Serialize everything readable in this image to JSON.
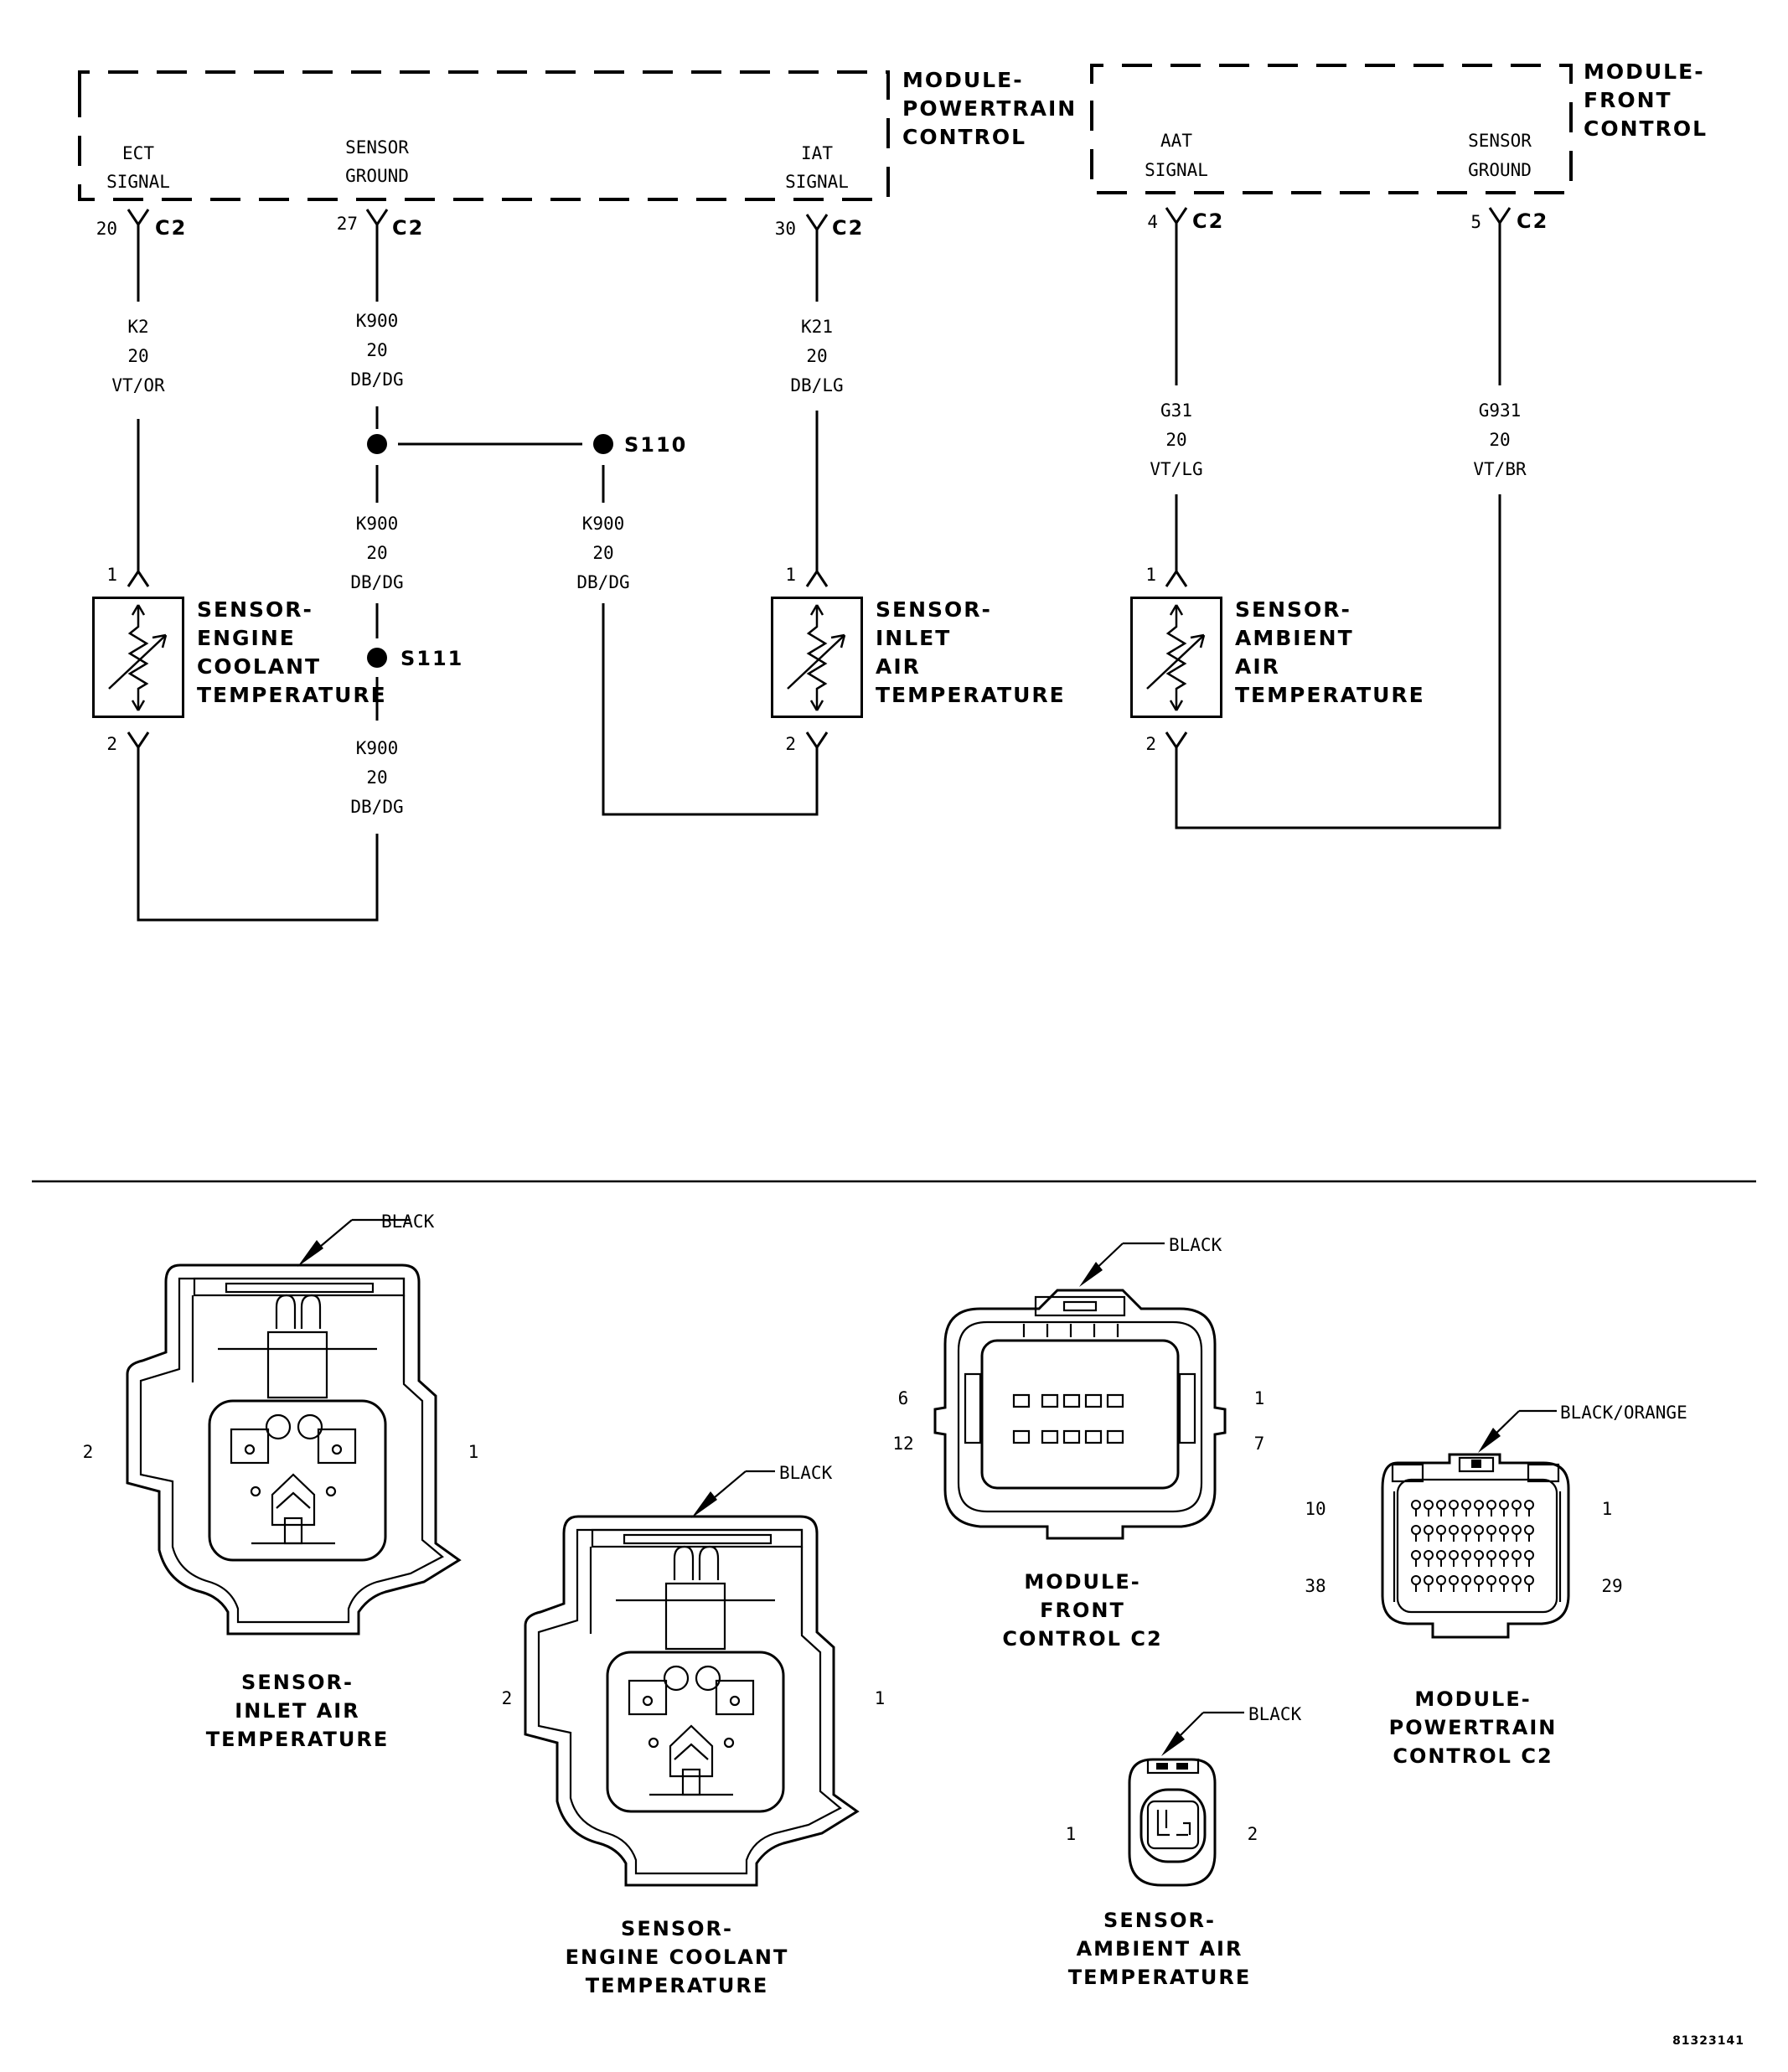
{
  "modules": {
    "pcm": {
      "name_1": "MODULE-",
      "name_2": "POWERTRAIN",
      "name_3": "CONTROL"
    },
    "fcm": {
      "name_1": "MODULE-",
      "name_2": "FRONT",
      "name_3": "CONTROL"
    }
  },
  "pcm_pins": {
    "ect": {
      "label_1": "ECT",
      "label_2": "SIGNAL",
      "pin": "20",
      "conn": "C2"
    },
    "sg": {
      "label_1": "SENSOR",
      "label_2": "GROUND",
      "pin": "27",
      "conn": "C2"
    },
    "iat": {
      "label_1": "IAT",
      "label_2": "SIGNAL",
      "pin": "30",
      "conn": "C2"
    }
  },
  "fcm_pins": {
    "aat": {
      "label_1": "AAT",
      "label_2": "SIGNAL",
      "pin": "4",
      "conn": "C2"
    },
    "sg": {
      "label_1": "SENSOR",
      "label_2": "GROUND",
      "pin": "5",
      "conn": "C2"
    }
  },
  "wires": {
    "k2": {
      "circuit": "K2",
      "gauge": "20",
      "color": "VT/OR"
    },
    "k900_a": {
      "circuit": "K900",
      "gauge": "20",
      "color": "DB/DG"
    },
    "k900_b": {
      "circuit": "K900",
      "gauge": "20",
      "color": "DB/DG"
    },
    "k900_c": {
      "circuit": "K900",
      "gauge": "20",
      "color": "DB/DG"
    },
    "k900_d": {
      "circuit": "K900",
      "gauge": "20",
      "color": "DB/DG"
    },
    "k21": {
      "circuit": "K21",
      "gauge": "20",
      "color": "DB/LG"
    },
    "g31": {
      "circuit": "G31",
      "gauge": "20",
      "color": "VT/LG"
    },
    "g931": {
      "circuit": "G931",
      "gauge": "20",
      "color": "VT/BR"
    }
  },
  "splices": {
    "s110": "S110",
    "s111": "S111"
  },
  "sensors": {
    "ect": {
      "name_1": "SENSOR-",
      "name_2": "ENGINE",
      "name_3": "COOLANT",
      "name_4": "TEMPERATURE",
      "pin1": "1",
      "pin2": "2"
    },
    "iat": {
      "name_1": "SENSOR-",
      "name_2": "INLET",
      "name_3": "AIR",
      "name_4": "TEMPERATURE",
      "pin1": "1",
      "pin2": "2"
    },
    "aat": {
      "name_1": "SENSOR-",
      "name_2": "AMBIENT",
      "name_3": "AIR",
      "name_4": "TEMPERATURE",
      "pin1": "1",
      "pin2": "2"
    }
  },
  "connector_views": {
    "iat": {
      "color": "BLACK",
      "pin_left": "2",
      "pin_right": "1",
      "title_1": "SENSOR-",
      "title_2": "INLET AIR",
      "title_3": "TEMPERATURE"
    },
    "ect": {
      "color": "BLACK",
      "pin_left": "2",
      "pin_right": "1",
      "title_1": "SENSOR-",
      "title_2": "ENGINE COOLANT",
      "title_3": "TEMPERATURE"
    },
    "fcm": {
      "color": "BLACK",
      "pin_tl": "6",
      "pin_bl": "12",
      "pin_tr": "1",
      "pin_br": "7",
      "title_1": "MODULE-",
      "title_2": "FRONT",
      "title_3": "CONTROL C2"
    },
    "aat": {
      "color": "BLACK",
      "pin_left": "1",
      "pin_right": "2",
      "title_1": "SENSOR-",
      "title_2": "AMBIENT AIR",
      "title_3": "TEMPERATURE"
    },
    "pcm": {
      "color": "BLACK/ORANGE",
      "pin_tl": "10",
      "pin_bl": "38",
      "pin_tr": "1",
      "pin_br": "29",
      "title_1": "MODULE-",
      "title_2": "POWERTRAIN",
      "title_3": "CONTROL C2"
    }
  },
  "figure_id": "81323141"
}
